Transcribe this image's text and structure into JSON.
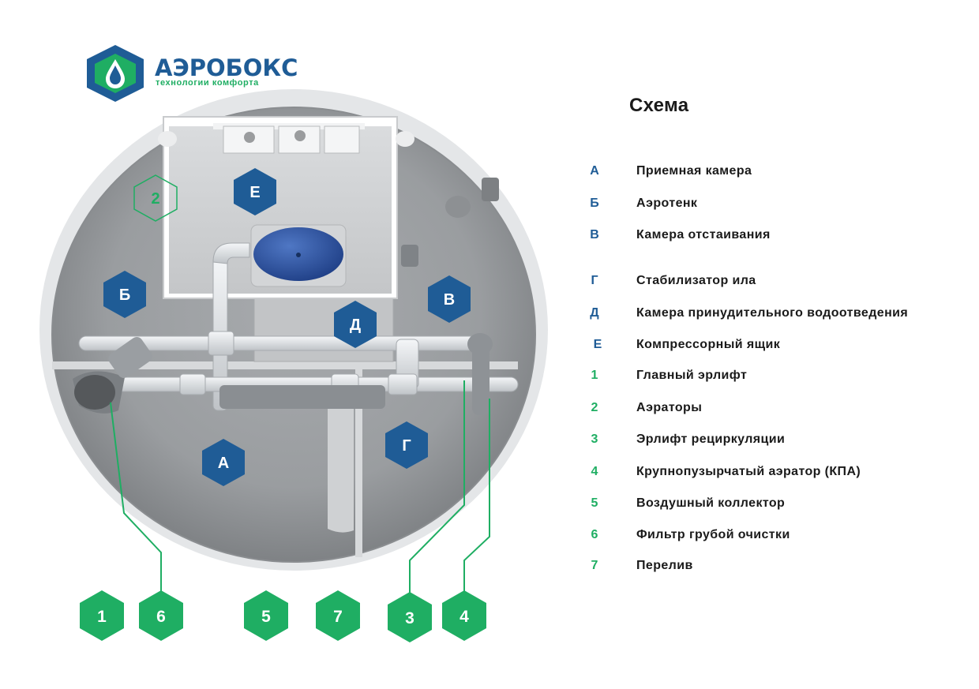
{
  "brand": {
    "name": "АЭРОБОКС",
    "tagline": "технологии комфорта",
    "colors": {
      "blue": "#1f5c96",
      "green": "#1fae63"
    }
  },
  "diagram": {
    "zones": [
      "А",
      "Б",
      "В",
      "Г",
      "Д",
      "Е"
    ],
    "callouts": [
      "1",
      "6",
      "5",
      "7",
      "3",
      "4"
    ],
    "inline_marker": "2"
  },
  "legend": {
    "title": "Схема",
    "items": [
      {
        "key": "А",
        "label": "Приемная камера",
        "kind": "zone"
      },
      {
        "key": "Б",
        "label": "Аэротенк",
        "kind": "zone"
      },
      {
        "key": "В",
        "label": "Камера отстаивания",
        "kind": "zone"
      },
      {
        "key": "Г",
        "label": "Стабилизатор ила",
        "kind": "zone"
      },
      {
        "key": "Д",
        "label": "Камера принудительного водоотведения",
        "kind": "zone"
      },
      {
        "key": "Е",
        "label": "Компрессорный ящик",
        "kind": "zone"
      },
      {
        "key": "1",
        "label": "Главный эрлифт",
        "kind": "part"
      },
      {
        "key": "2",
        "label": "Аэраторы",
        "kind": "part"
      },
      {
        "key": "3",
        "label": "Эрлифт рециркуляции",
        "kind": "part"
      },
      {
        "key": "4",
        "label": "Крупнопузырчатый аэратор (КПА)",
        "kind": "part"
      },
      {
        "key": "5",
        "label": "Воздушный коллектор",
        "kind": "part"
      },
      {
        "key": "6",
        "label": "Фильтр грубой очистки",
        "kind": "part"
      },
      {
        "key": "7",
        "label": "Перелив",
        "kind": "part"
      }
    ],
    "colors": {
      "zone_key": "#1f5c96",
      "part_key": "#1fae63"
    }
  }
}
